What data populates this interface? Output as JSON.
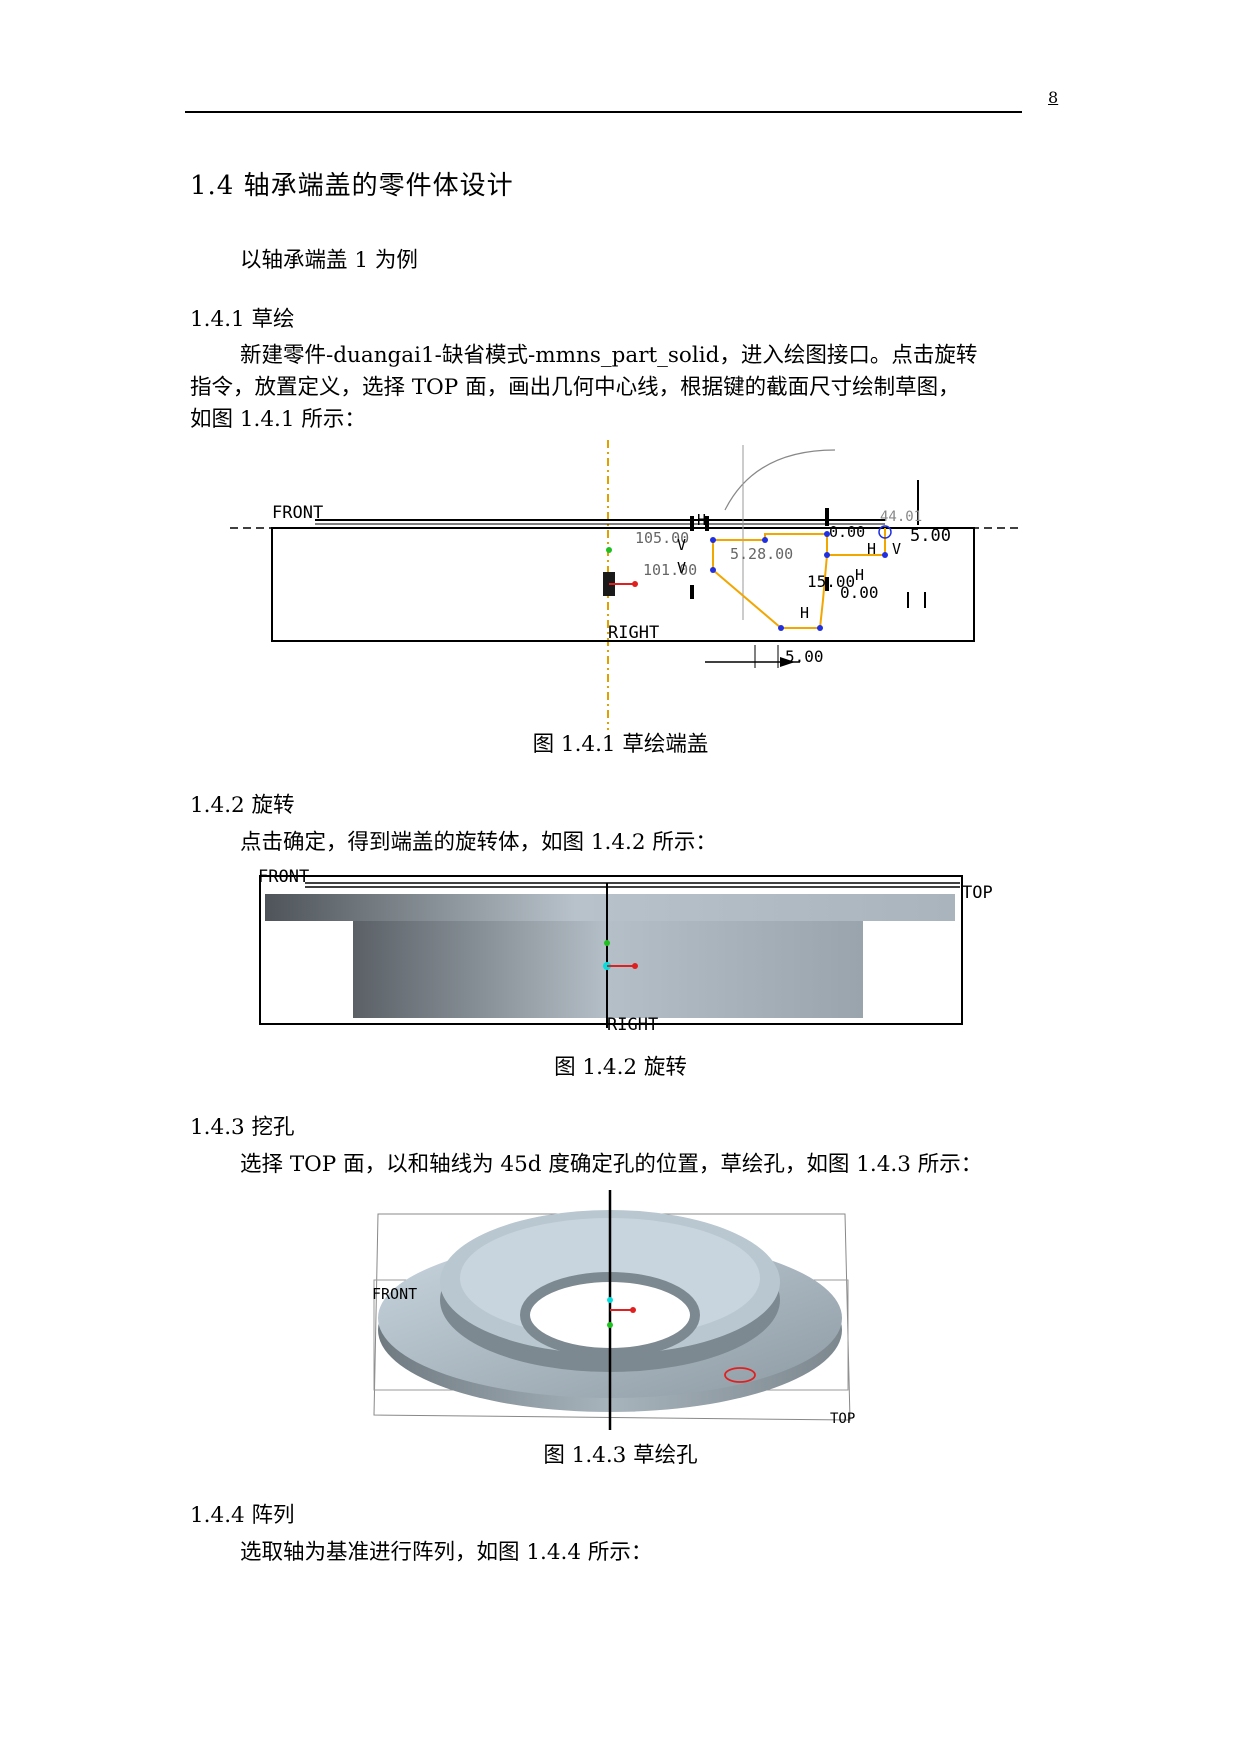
{
  "page_number": "8",
  "section_title": "1.4 轴承端盖的零件体设计",
  "intro": "以轴承端盖 1 为例",
  "s1": {
    "heading": "1.4.1 草绘",
    "para_line1": "新建零件-duangai1-缺省模式-mmns_part_solid，进入绘图接口。点击旋转",
    "para_line2": "指令，放置定义，选择 TOP 面，画出几何中心线，根据键的截面尺寸绘制草图，",
    "para_line3": "如图 1.4.1 所示：",
    "caption": "图 1.4.1 草绘端盖",
    "labels": {
      "front": "FRONT",
      "right": "RIGHT",
      "d1": "105.00",
      "d2": "5.28.00",
      "d3": "101.00",
      "d4": "5.00",
      "d5": "15.00",
      "d6": "0.00",
      "d7": "5.00",
      "d8": "0.00",
      "d9": "44.01",
      "H": "H",
      "V": "V"
    }
  },
  "s2": {
    "heading": "1.4.2 旋转",
    "para": "点击确定，得到端盖的旋转体，如图 1.4.2 所示：",
    "caption": "图 1.4.2 旋转",
    "labels": {
      "front": "FRONT",
      "top": "TOP",
      "right": "RIGHT"
    }
  },
  "s3": {
    "heading": "1.4.3 挖孔",
    "para": "选择 TOP 面，以和轴线为 45d 度确定孔的位置，草绘孔，如图 1.4.3 所示：",
    "caption": "图 1.4.3 草绘孔",
    "labels": {
      "front": "FRONT",
      "top": "TOP"
    }
  },
  "s4": {
    "heading": "1.4.4 阵列",
    "para": "选取轴为基准进行阵列，如图 1.4.4 所示："
  }
}
